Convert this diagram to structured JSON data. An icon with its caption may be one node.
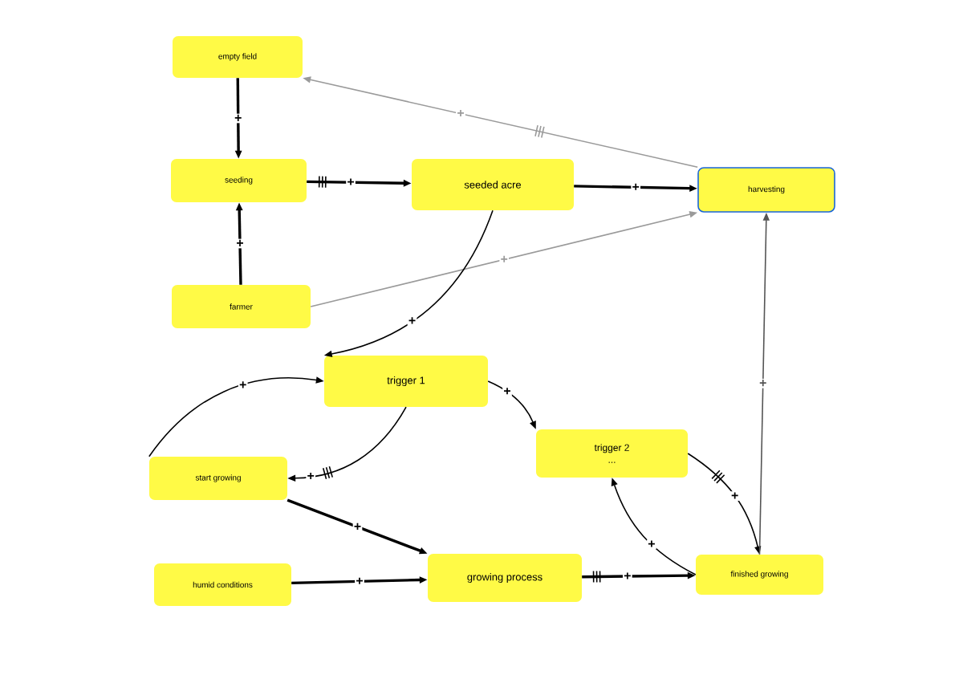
{
  "diagram": {
    "nodes": [
      {
        "text": [
          "empty field"
        ]
      },
      {
        "text": [
          "seeding"
        ]
      },
      {
        "text": [
          "seeded acre"
        ]
      },
      {
        "text": [
          "harvesting"
        ]
      },
      {
        "text": [
          "farmer"
        ]
      },
      {
        "text": [
          "trigger 1"
        ]
      },
      {
        "text": [
          "trigger 2",
          "..."
        ]
      },
      {
        "text": [
          "start growing"
        ]
      },
      {
        "text": [
          "humid conditions"
        ]
      },
      {
        "text": [
          "growing process"
        ]
      },
      {
        "text": [
          "finished growing"
        ]
      }
    ],
    "edges": [
      {
        "from": 0,
        "to": 1,
        "arrow": "to",
        "label": "+",
        "style": "thick"
      },
      {
        "from": 1,
        "to": 2,
        "arrow": "to",
        "label": "+",
        "style": "thick"
      },
      {
        "from": 2,
        "to": 3,
        "arrow": "to",
        "label": "+",
        "style": "thick"
      },
      {
        "from": 4,
        "to": 1,
        "arrow": "to",
        "label": "+",
        "style": "thick"
      },
      {
        "from": 3,
        "to": 0,
        "arrow": "to",
        "label": "+",
        "color": "#9a9a9a"
      },
      {
        "from": 4,
        "to": 3,
        "arrow": "to",
        "label": "+",
        "color": "#9a9a9a"
      },
      {
        "from": 2,
        "to": 5,
        "arrow": "to",
        "label": "+"
      },
      {
        "from": 7,
        "to": 5,
        "arrow": "to",
        "label": "+"
      },
      {
        "from": 5,
        "to": 7,
        "arrow": "to",
        "label": "+"
      },
      {
        "from": 5,
        "to": 6,
        "arrow": "to",
        "label": "+"
      },
      {
        "from": 6,
        "to": 10,
        "arrow": "to",
        "label": "+"
      },
      {
        "from": 10,
        "to": 6,
        "arrow": "to",
        "label": "+"
      },
      {
        "from": 7,
        "to": 9,
        "arrow": "to",
        "label": "+",
        "style": "thick"
      },
      {
        "from": 8,
        "to": 9,
        "arrow": "to",
        "label": "+",
        "style": "thick"
      },
      {
        "from": 9,
        "to": 10,
        "arrow": "to",
        "label": "+",
        "style": "thick"
      },
      {
        "from": 10,
        "to": 3,
        "arrow": "to",
        "label": "+",
        "color": "#555555"
      }
    ]
  }
}
